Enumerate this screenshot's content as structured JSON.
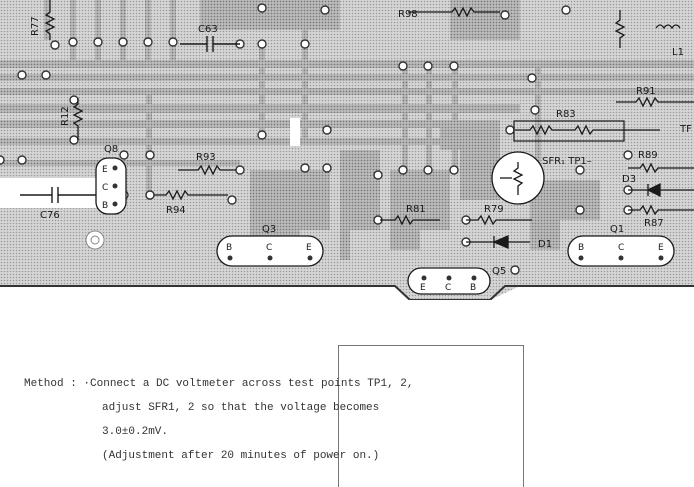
{
  "components": {
    "R77": "R77",
    "R98": "R98",
    "C63": "C63",
    "R12": "R12",
    "Q8": "Q8",
    "R93": "R93",
    "C76": "C76",
    "R94": "R94",
    "Q3": "Q3",
    "R91": "R91",
    "R83": "R83",
    "TP_right": "TF",
    "SFR1_TP1": "SFR₁ TP1–",
    "R89": "R89",
    "D3": "D3",
    "R87": "R87",
    "R81": "R81",
    "R79": "R79",
    "D1": "D1",
    "Q1": "Q1",
    "Q5": "Q5",
    "L1": "L1"
  },
  "pins": {
    "q8_e": "E",
    "q8_c": "C",
    "q8_b": "B",
    "q3_b": "B",
    "q3_c": "C",
    "q3_e": "E",
    "q1_b": "B",
    "q1_c": "C",
    "q1_e": "E",
    "q5_e": "E",
    "q5_c": "C",
    "q5_b": "B"
  },
  "note": {
    "prefix": "Method : ·",
    "line1": "Connect a DC voltmeter across test points TP1, 2,",
    "line2": "adjust SFR1, 2 so that the voltage becomes",
    "line3": "3.0±0.2mV.",
    "line4": "(Adjustment after 20 minutes of power on.)"
  }
}
